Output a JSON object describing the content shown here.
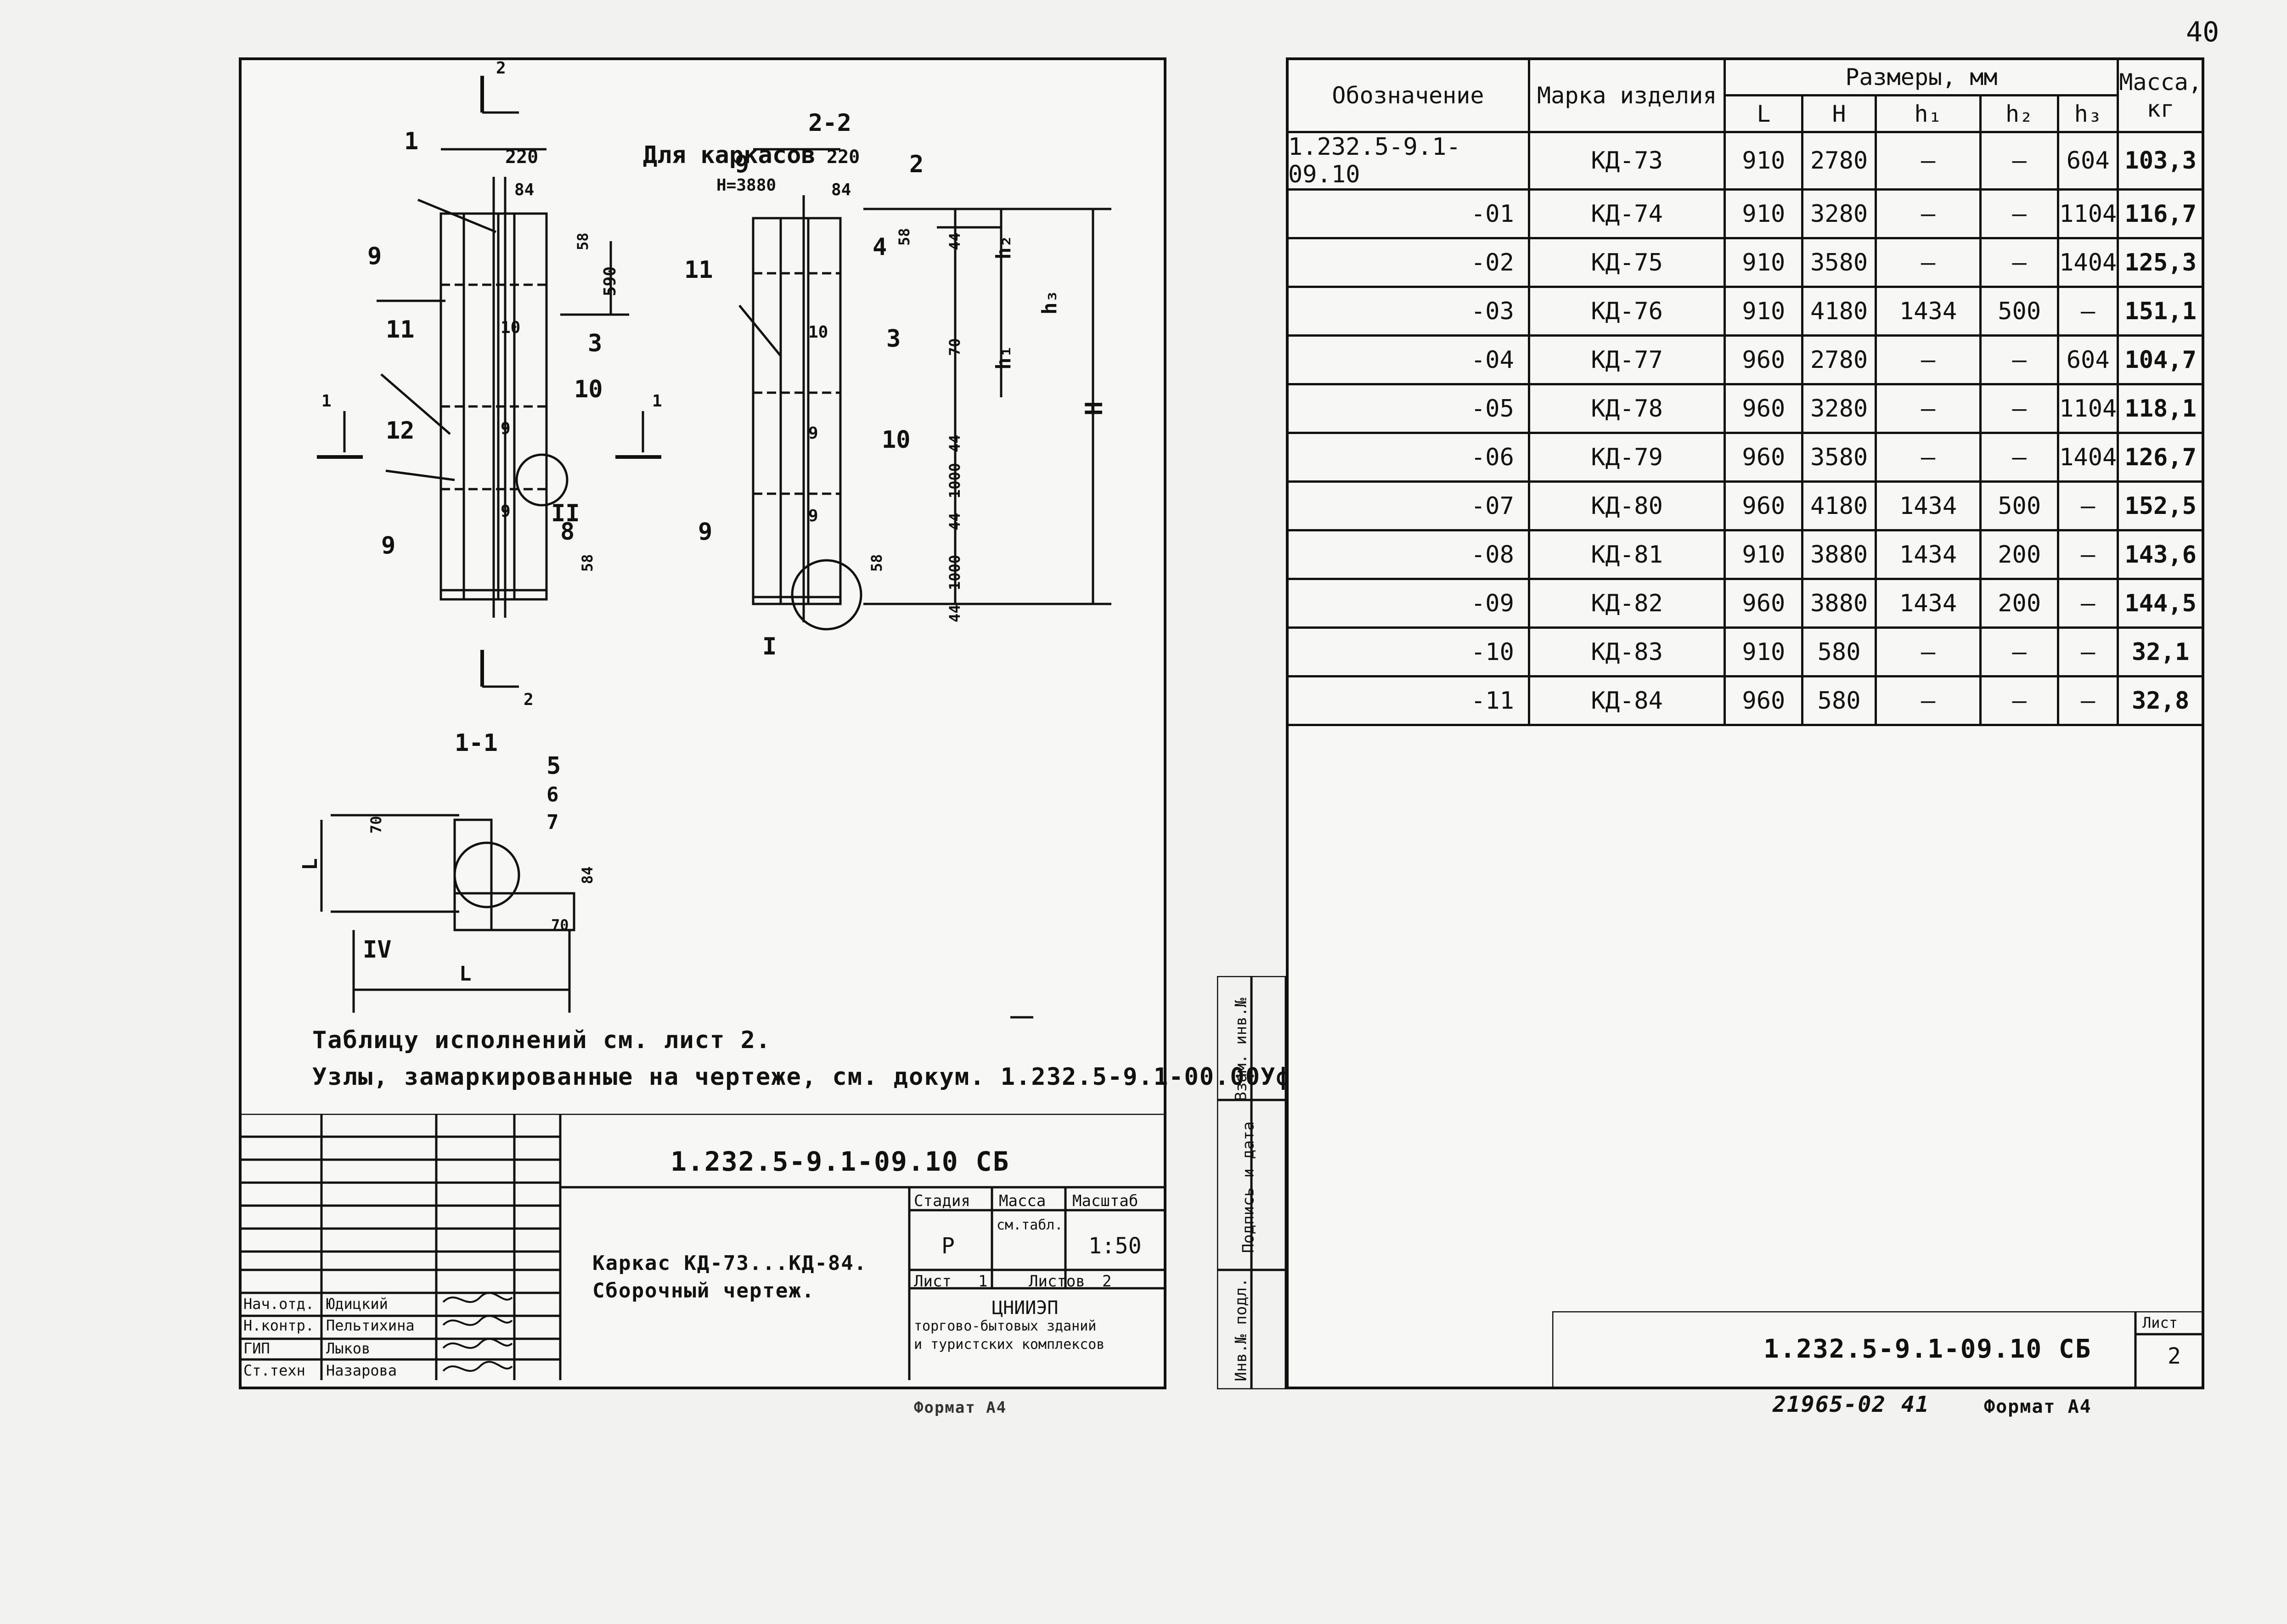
{
  "page_number": "40",
  "left_sheet": {
    "notes": [
      "Таблицу исполнений см. лист 2.",
      "Узлы, замаркированные на чертеже, см. докум. 1.232.5-9.1-00.00Уф"
    ],
    "drawing_labels": {
      "section_2_2": "2-2",
      "section_1_1": "1-1",
      "for_frames": "Для каркасов",
      "h_for_frames": "Н=3880",
      "node_I": "I",
      "node_II": "II",
      "node_IV": "IV",
      "section_mark": "2",
      "section_mark_1": "1",
      "dim_220": "220",
      "dim_84": "84",
      "dim_58": "58",
      "dim_590": "590",
      "dim_70": "70",
      "dim_44": "44",
      "dim_1000": "1000",
      "dim_H": "H",
      "dim_h1": "h₁",
      "dim_h2": "h₂",
      "dim_h3": "h₃",
      "dim_L": "L",
      "pos_1": "1",
      "pos_2": "2",
      "pos_3": "3",
      "pos_4": "4",
      "pos_5": "5",
      "pos_6": "6",
      "pos_7": "7",
      "pos_8": "8",
      "pos_9": "9",
      "pos_10": "10",
      "pos_11": "11",
      "pos_12": "12"
    },
    "title_block": {
      "document_code": "1.232.5-9.1-09.10 СБ",
      "title_line1": "Каркас КД-73...КД-84.",
      "title_line2": "Сборочный чертеж.",
      "stage_label": "Стадия",
      "mass_label": "Масса",
      "scale_label": "Масштаб",
      "stage_value": "Р",
      "mass_value": "см.табл.",
      "scale_value": "1:50",
      "sheet_label": "Лист",
      "sheet_value": "1",
      "sheets_label": "Листов",
      "sheets_value": "2",
      "org_line1": "ЦНИИЭП",
      "org_line2": "торгово-бытовых зданий",
      "org_line3": "и туристских комплексов",
      "signatures": [
        {
          "role": "Нач.отд.",
          "name": "Юдицкий"
        },
        {
          "role": "Н.контр.",
          "name": "Пельтихина"
        },
        {
          "role": "ГИП",
          "name": "Лыков"
        },
        {
          "role": "Ст.техн",
          "name": "Назарова"
        }
      ]
    },
    "format_label": "Формат А4"
  },
  "right_sheet": {
    "table": {
      "headers": {
        "designation": "Обозначение",
        "mark": "Марка изделия",
        "dimensions": "Размеры, мм",
        "mass": "Масса, кг",
        "L": "L",
        "H": "H",
        "h1": "h₁",
        "h2": "h₂",
        "h3": "h₃"
      },
      "rows": [
        [
          "1.232.5-9.1-09.10",
          "КД-73",
          "910",
          "2780",
          "—",
          "—",
          "604",
          "103,3"
        ],
        [
          "-01",
          "КД-74",
          "910",
          "3280",
          "—",
          "—",
          "1104",
          "116,7"
        ],
        [
          "-02",
          "КД-75",
          "910",
          "3580",
          "—",
          "—",
          "1404",
          "125,3"
        ],
        [
          "-03",
          "КД-76",
          "910",
          "4180",
          "1434",
          "500",
          "—",
          "151,1"
        ],
        [
          "-04",
          "КД-77",
          "960",
          "2780",
          "—",
          "—",
          "604",
          "104,7"
        ],
        [
          "-05",
          "КД-78",
          "960",
          "3280",
          "—",
          "—",
          "1104",
          "118,1"
        ],
        [
          "-06",
          "КД-79",
          "960",
          "3580",
          "—",
          "—",
          "1404",
          "126,7"
        ],
        [
          "-07",
          "КД-80",
          "960",
          "4180",
          "1434",
          "500",
          "—",
          "152,5"
        ],
        [
          "-08",
          "КД-81",
          "910",
          "3880",
          "1434",
          "200",
          "—",
          "143,6"
        ],
        [
          "-09",
          "КД-82",
          "960",
          "3880",
          "1434",
          "200",
          "—",
          "144,5"
        ],
        [
          "-10",
          "КД-83",
          "910",
          "580",
          "—",
          "—",
          "—",
          "32,1"
        ],
        [
          "-11",
          "КД-84",
          "960",
          "580",
          "—",
          "—",
          "—",
          "32,8"
        ]
      ]
    },
    "side_labels": {
      "inv_no": "Инв.№ подл.",
      "signature_date": "Подпись и дата",
      "replace_inv": "Взам. инв.№"
    },
    "title_block": {
      "document_code": "1.232.5-9.1-09.10 СБ",
      "sheet_label": "Лист",
      "sheet_value": "2"
    },
    "order_number": "21965-02",
    "order_page": "41",
    "format_label": "Формат А4"
  }
}
